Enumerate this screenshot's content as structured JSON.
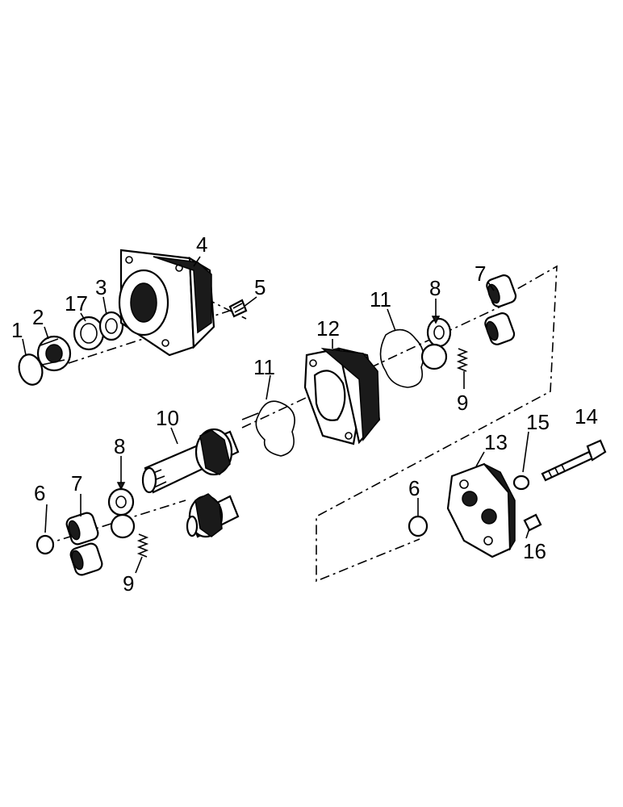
{
  "callouts": [
    {
      "id": "c1",
      "text": "1"
    },
    {
      "id": "c2",
      "text": "2"
    },
    {
      "id": "c17",
      "text": "17"
    },
    {
      "id": "c3",
      "text": "3"
    },
    {
      "id": "c4",
      "text": "4"
    },
    {
      "id": "c5",
      "text": "5"
    },
    {
      "id": "c11a",
      "text": "11"
    },
    {
      "id": "c8a",
      "text": "8"
    },
    {
      "id": "c7a",
      "text": "7"
    },
    {
      "id": "c12",
      "text": "12"
    },
    {
      "id": "c11b",
      "text": "11"
    },
    {
      "id": "c9a",
      "text": "9"
    },
    {
      "id": "c10",
      "text": "10"
    },
    {
      "id": "c8b",
      "text": "8"
    },
    {
      "id": "c15",
      "text": "15"
    },
    {
      "id": "c14",
      "text": "14"
    },
    {
      "id": "c13",
      "text": "13"
    },
    {
      "id": "c6a",
      "text": "6"
    },
    {
      "id": "c7b",
      "text": "7"
    },
    {
      "id": "c6b",
      "text": "6"
    },
    {
      "id": "c16",
      "text": "16"
    },
    {
      "id": "c9b",
      "text": "9"
    }
  ]
}
